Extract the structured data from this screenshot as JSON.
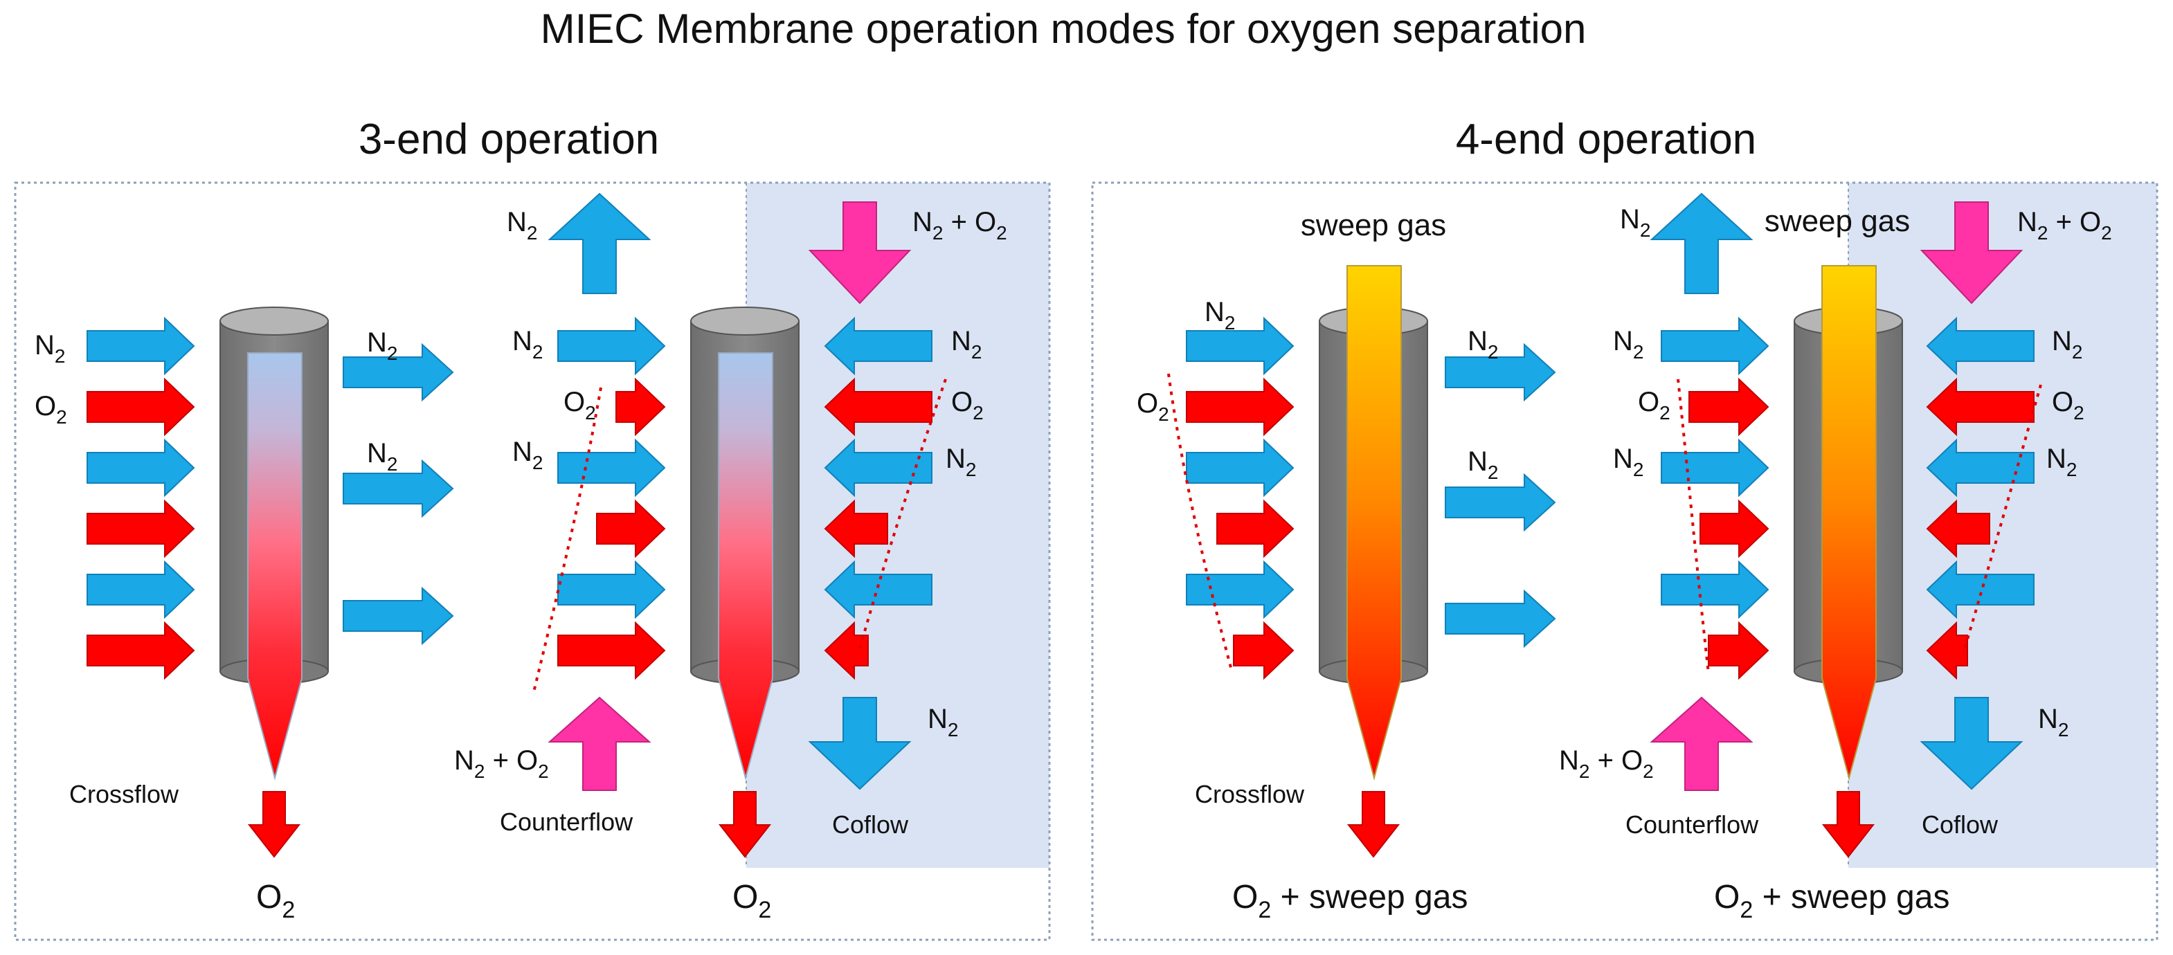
{
  "title": "MIEC Membrane operation modes for oxygen separation",
  "panels": [
    {
      "heading": "3-end operation",
      "modes": {
        "crossflow": {
          "label": "Crossflow",
          "feed": [
            {
              "text": "N",
              "sub": "2"
            },
            {
              "text": "O",
              "sub": "2"
            },
            {
              "text": "",
              "sub": ""
            },
            {
              "text": "",
              "sub": ""
            },
            {
              "text": "",
              "sub": ""
            },
            {
              "text": "",
              "sub": ""
            }
          ],
          "out": [
            {
              "text": "N",
              "sub": "2"
            },
            {
              "text": "N",
              "sub": "2"
            },
            {
              "text": "",
              "sub": ""
            }
          ],
          "product": {
            "text": "O",
            "sub": "2",
            "suffix": ""
          }
        },
        "counterflow": {
          "label": "Counterflow",
          "top_out": {
            "text": "N",
            "sub": "2",
            "suffix": ""
          },
          "bottom_in": {
            "text": "N",
            "sub": "2",
            "suffix": " + O",
            "sub2": "2"
          },
          "rows": [
            {
              "text": "N",
              "sub": "2"
            },
            {
              "text": "O",
              "sub": "2"
            },
            {
              "text": "N",
              "sub": "2"
            }
          ]
        },
        "coflow": {
          "label": "Coflow",
          "top_in": {
            "text": "N",
            "sub": "2",
            "suffix": " + O",
            "sub2": "2"
          },
          "bottom_out": {
            "text": "N",
            "sub": "2"
          },
          "rows": [
            {
              "text": "N",
              "sub": "2"
            },
            {
              "text": "O",
              "sub": "2"
            },
            {
              "text": "N",
              "sub": "2"
            }
          ],
          "product": {
            "text": "O",
            "sub": "2",
            "suffix": ""
          }
        }
      }
    },
    {
      "heading": "4-end operation",
      "modes": {
        "crossflow": {
          "label": "Crossflow",
          "sweep": "sweep gas",
          "feed": [
            {
              "text": "N",
              "sub": "2"
            },
            {
              "text": "O",
              "sub": "2"
            }
          ],
          "out": [
            {
              "text": "N",
              "sub": "2"
            },
            {
              "text": "N",
              "sub": "2"
            }
          ],
          "product": {
            "text": "O",
            "sub": "2",
            "suffix": " + sweep gas"
          }
        },
        "counterflow": {
          "label": "Counterflow",
          "top_out": {
            "text": "N",
            "sub": "2",
            "suffix": ""
          },
          "bottom_in": {
            "text": "N",
            "sub": "2",
            "suffix": " + O",
            "sub2": "2"
          },
          "rows": [
            {
              "text": "N",
              "sub": "2"
            },
            {
              "text": "O",
              "sub": "2"
            },
            {
              "text": "N",
              "sub": "2"
            }
          ]
        },
        "coflow": {
          "label": "Coflow",
          "sweep": "sweep gas",
          "top_in": {
            "text": "N",
            "sub": "2",
            "suffix": " + O",
            "sub2": "2"
          },
          "bottom_out": {
            "text": "N",
            "sub": "2"
          },
          "rows": [
            {
              "text": "N",
              "sub": "2"
            },
            {
              "text": "O",
              "sub": "2"
            },
            {
              "text": "N",
              "sub": "2"
            }
          ],
          "product": {
            "text": "O",
            "sub": "2",
            "suffix": " + sweep gas"
          }
        }
      }
    }
  ],
  "colors": {
    "n2_arrow": "#1aa8e6",
    "o2_arrow": "#ff0000",
    "feed_mix_arrow": "#ff33a6",
    "membrane_tube": "#7f7f7f",
    "coflow_region": "#d9e3f4",
    "panel_border": "#8aa0b8"
  }
}
